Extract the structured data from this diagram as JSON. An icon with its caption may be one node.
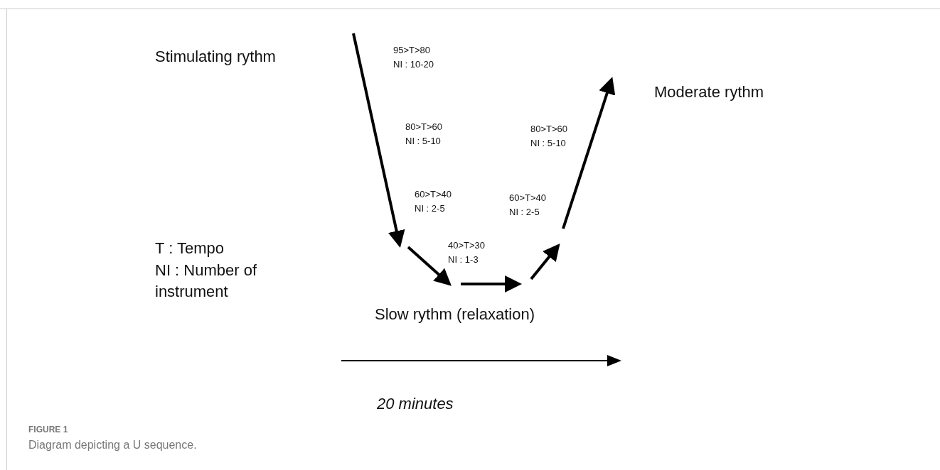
{
  "diagram": {
    "caption": "Diagram depicting a U sequence.",
    "labels": [
      "Stimulating rythm",
      "95>T>80",
      "NI : 10-20",
      "Moderate rythm",
      "80>T>60",
      "NI : 5-10",
      "80>T>60",
      "NI : 5-10",
      "60>T>40",
      "NI : 2-5",
      "60>T>40",
      "NI : 2-5",
      "T : Tempo",
      "NI : Number of instrument",
      "40>T>30",
      "NI : 1-3",
      "Slow rythm (relaxation)",
      "20 minutes",
      "FIGURE 1"
    ]
  }
}
